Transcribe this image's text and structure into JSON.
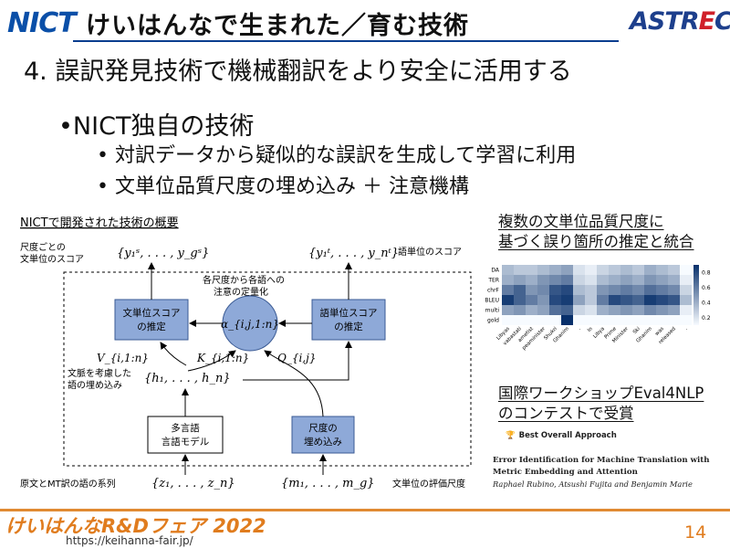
{
  "header": {
    "logo_left": "NICT",
    "title": "けいはんなで生まれた／育む技術",
    "logo_right_a": "ASTR",
    "logo_right_b": "E",
    "logo_right_c": "C"
  },
  "heading": "4. 誤訳発見技術で機械翻訳をより安全に活用する",
  "bullets": {
    "main": "•NICT独自の技術",
    "sub1": "• 対訳データから疑似的な誤訳を生成して学習に利用",
    "sub2": "• 文単位品質尺度の埋め込み ＋ 注意機構"
  },
  "diagram": {
    "title": "NICTで開発された技術の概要",
    "label_left_line1": "尺度ごとの",
    "label_left_line2": "文単位のスコア",
    "ys_formula": "{y₁ˢ, . . . , y_gˢ}",
    "yt_formula": "{y₁ᵗ, . . . , y_nᵗ}",
    "label_word_score": "語単位のスコア",
    "attention_line1": "各尺度から各語への",
    "attention_line2": "注意の定量化",
    "box_sent_score_line1": "文単位スコア",
    "box_sent_score_line2": "の推定",
    "box_word_score_line1": "語単位スコア",
    "box_word_score_line2": "の推定",
    "alpha_formula": "α_{i,j,1:n}",
    "v_formula": "V_{i,1:n}",
    "k_formula": "K_{i,1:n}",
    "q_formula": "Q_{i,j}",
    "context_line1": "文脈を考慮した",
    "context_line2": "語の埋め込み",
    "h_formula": "{h₁, . . . , h_n}",
    "box_lm_line1": "多言語",
    "box_lm_line2": "言語モデル",
    "box_embed_line1": "尺度の",
    "box_embed_line2": "埋め込み",
    "label_source": "原文とMT訳の語の系列",
    "z_formula": "{z₁, . . . , z_n}",
    "m_formula": "{m₁, . . . , m_g}",
    "label_metric": "文単位の評価尺度"
  },
  "heatmap_title_line1": "複数の文単位品質尺度に",
  "heatmap_title_line2": "基づく誤り箇所の推定と統合",
  "chart_data": {
    "type": "heatmap",
    "rows": [
      "DA",
      "TER",
      "chrF",
      "BLEU",
      "multi",
      "gold"
    ],
    "columns": [
      "Libyas",
      "vabastati",
      "ametist",
      "peaminister",
      "Shukri",
      "Ghanim",
      ".",
      "In",
      "Libya",
      "Prime",
      "Minister",
      "Ski",
      "Ghanim",
      "was",
      "released",
      "."
    ],
    "values": [
      [
        0.35,
        0.3,
        0.3,
        0.35,
        0.4,
        0.45,
        0.2,
        0.15,
        0.25,
        0.3,
        0.35,
        0.3,
        0.4,
        0.35,
        0.3,
        0.1
      ],
      [
        0.4,
        0.45,
        0.4,
        0.5,
        0.55,
        0.6,
        0.25,
        0.2,
        0.35,
        0.4,
        0.45,
        0.4,
        0.5,
        0.45,
        0.4,
        0.15
      ],
      [
        0.6,
        0.7,
        0.5,
        0.55,
        0.75,
        0.8,
        0.35,
        0.3,
        0.5,
        0.55,
        0.6,
        0.55,
        0.65,
        0.6,
        0.55,
        0.25
      ],
      [
        0.85,
        0.7,
        0.6,
        0.5,
        0.8,
        0.85,
        0.45,
        0.3,
        0.6,
        0.8,
        0.75,
        0.7,
        0.85,
        0.8,
        0.75,
        0.35
      ],
      [
        0.45,
        0.5,
        0.4,
        0.45,
        0.65,
        0.7,
        0.25,
        0.2,
        0.4,
        0.45,
        0.5,
        0.45,
        0.55,
        0.5,
        0.45,
        0.15
      ],
      [
        0.0,
        0.0,
        0.0,
        0.0,
        0.0,
        0.9,
        0.0,
        0.0,
        0.0,
        0.0,
        0.0,
        0.0,
        0.0,
        0.0,
        0.0,
        0.0
      ]
    ],
    "colorbar_ticks": [
      0.2,
      0.4,
      0.6,
      0.8
    ],
    "vmin": 0.1,
    "vmax": 0.9,
    "colors": {
      "low": "#f7fbff",
      "high": "#08306b"
    }
  },
  "award_title_line1": "国際ワークショップEval4NLP",
  "award_title_line2": "のコンテストで受賞",
  "paper": {
    "award": "Best Overall Approach",
    "title_line1": "Error Identification for Machine Translation with",
    "title_line2": "Metric Embedding and Attention",
    "authors": "Raphael Rubino, Atsushi Fujita and Benjamin Marie"
  },
  "footer": {
    "event": "けいはんなR&Dフェア 2022",
    "url": "https://keihanna-fair.jp/",
    "page": "14"
  },
  "colors": {
    "box_fill": "#8ea9d8",
    "box_stroke": "#3a5a94",
    "accent_orange": "#e07c1e",
    "nict_blue": "#0a4fa8"
  }
}
